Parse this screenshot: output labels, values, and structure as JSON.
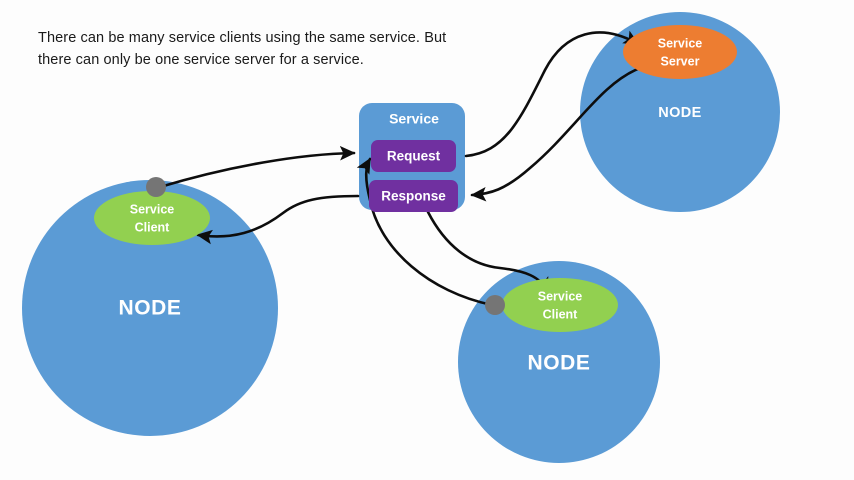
{
  "page": {
    "title": "Service Clients and Service Server diagram",
    "background_color": "#fdfdfd"
  },
  "caption": {
    "line1": "There can be many service clients using the same service. But",
    "line2": "there can only be one service server for a service."
  },
  "palette": {
    "node_blue": "#5B9BD5",
    "service_box_blue": "#5B9BD5",
    "pill_purple": "#7030A0",
    "client_green": "#92D050",
    "server_orange": "#ED7D31",
    "connector_gray": "#757575",
    "edge_black": "#0D0D0D",
    "text_white": "#FFFFFF",
    "text_dark": "#1A1A1A"
  },
  "service": {
    "title": "Service",
    "pills": [
      {
        "label": "Request",
        "color": "#7030A0"
      },
      {
        "label": "Response",
        "color": "#7030A0"
      }
    ]
  },
  "nodes": [
    {
      "id": "node-server",
      "label": "NODE",
      "position": "top-right",
      "inner": {
        "kind": "service-server",
        "line1": "Service",
        "line2": "Server",
        "color": "#ED7D31"
      }
    },
    {
      "id": "node-client-left",
      "label": "NODE",
      "position": "left",
      "inner": {
        "kind": "service-client",
        "line1": "Service",
        "line2": "Client",
        "color": "#92D050"
      }
    },
    {
      "id": "node-client-bottom",
      "label": "NODE",
      "position": "bottom-right",
      "inner": {
        "kind": "service-client",
        "line1": "Service",
        "line2": "Client",
        "color": "#92D050"
      }
    }
  ],
  "edges": [
    {
      "from": "service-request",
      "to": "service-server",
      "direction": "to-server"
    },
    {
      "from": "service-server",
      "to": "service-response",
      "direction": "to-response"
    },
    {
      "from": "client-left-connector",
      "to": "service-request",
      "direction": "to-request"
    },
    {
      "from": "service-response",
      "to": "client-left",
      "direction": "to-client"
    },
    {
      "from": "client-bottom-connector",
      "to": "service-request",
      "direction": "to-request"
    },
    {
      "from": "service-response",
      "to": "client-bottom",
      "direction": "to-client"
    }
  ]
}
